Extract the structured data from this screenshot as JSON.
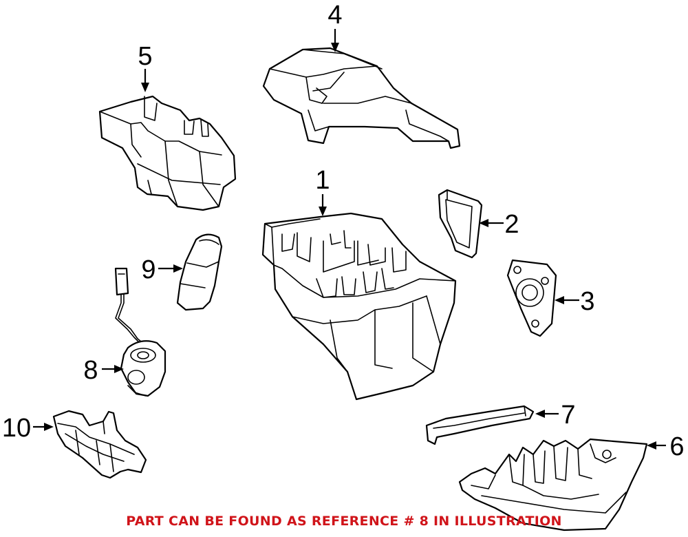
{
  "note": {
    "text": "PART CAN BE FOUND AS REFERENCE # 8 IN ILLUSTRATION",
    "color": "#d0141a"
  },
  "callouts": [
    {
      "id": "1",
      "label": "1"
    },
    {
      "id": "2",
      "label": "2"
    },
    {
      "id": "3",
      "label": "3"
    },
    {
      "id": "4",
      "label": "4"
    },
    {
      "id": "5",
      "label": "5"
    },
    {
      "id": "6",
      "label": "6"
    },
    {
      "id": "7",
      "label": "7"
    },
    {
      "id": "8",
      "label": "8"
    },
    {
      "id": "9",
      "label": "9"
    },
    {
      "id": "10",
      "label": "10"
    }
  ]
}
